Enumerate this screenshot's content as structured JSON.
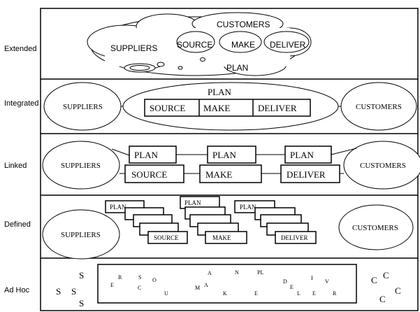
{
  "levels": [
    "Extended",
    "Integrated",
    "Linked",
    "Defined",
    "Ad Hoc"
  ],
  "extended": {
    "customers": "CUSTOMERS",
    "suppliers": "SUPPLIERS",
    "source": "SOURCE",
    "make": "MAKE",
    "deliver": "DELIVER",
    "plan": "PLAN"
  },
  "integrated": {
    "suppliers": "SUPPLIERS",
    "plan": "PLAN",
    "source": "SOURCE",
    "make": "MAKE",
    "deliver": "DELIVER",
    "customers": "CUSTOMERS"
  },
  "linked": {
    "suppliers": "SUPPLIERS",
    "plan1": "PLAN",
    "plan2": "PLAN",
    "plan3": "PLAN",
    "source": "SOURCE",
    "make": "MAKE",
    "deliver": "DELIVER",
    "customers": "CUSTOMERS"
  },
  "defined": {
    "suppliers": "SUPPLIERS",
    "customers": "CUSTOMERS",
    "plan": "PLAN",
    "source": "SOURCE",
    "make": "MAKE",
    "deliver": "DELIVER"
  },
  "adhoc": {
    "s1": "S",
    "s2": "S",
    "s3": "S",
    "s4": "S",
    "c1": "C",
    "c2": "C",
    "c3": "C",
    "c4": "C",
    "e1": "E",
    "r1": "R",
    "s5": "S",
    "o1": "O",
    "c5": "C",
    "u1": "U",
    "a1": "A",
    "n1": "N",
    "pl": "PL",
    "m1": "M",
    "a2": "A",
    "k1": "K",
    "e2": "E",
    "d1": "D",
    "e3": "E",
    "i1": "I",
    "v1": "V",
    "l1": "L",
    "e4": "E",
    "r2": "R"
  }
}
